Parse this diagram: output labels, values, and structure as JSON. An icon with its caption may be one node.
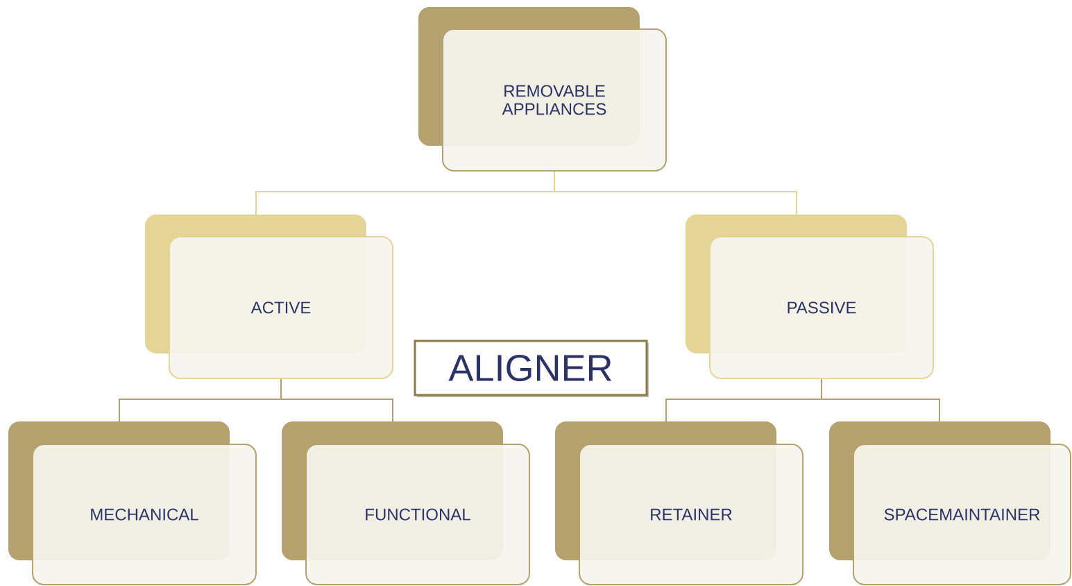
{
  "diagram": {
    "nodes": [
      {
        "text": [
          "REMOVABLE APPLIANCES"
        ]
      },
      {
        "text": [
          "ACTIVE"
        ]
      },
      {
        "text": [
          "PASSIVE"
        ]
      },
      {
        "text": [
          "ALIGNER"
        ]
      },
      {
        "text": [
          "MECHANICAL"
        ]
      },
      {
        "text": [
          "FUNCTIONAL"
        ]
      },
      {
        "text": [
          "RETAINER"
        ]
      },
      {
        "text": [
          "SPACEMAINTAINER"
        ]
      }
    ],
    "edges": [
      {
        "from": 0,
        "to": 1,
        "arrow": "none",
        "color": "#e4d596"
      },
      {
        "from": 0,
        "to": 2,
        "arrow": "none",
        "color": "#e4d596"
      },
      {
        "from": 1,
        "to": 4,
        "arrow": "none"
      },
      {
        "from": 1,
        "to": 5,
        "arrow": "none"
      },
      {
        "from": 2,
        "to": 6,
        "arrow": "none"
      },
      {
        "from": 2,
        "to": 7,
        "arrow": "none"
      }
    ]
  }
}
